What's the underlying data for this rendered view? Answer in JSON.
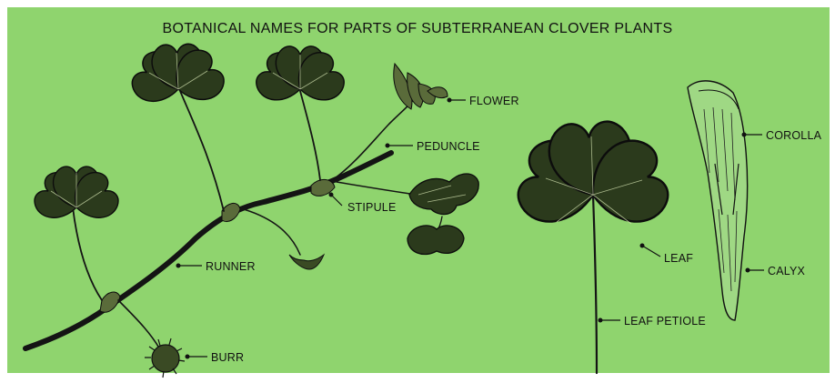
{
  "colors": {
    "background": "#8fd46e",
    "ink": "#111111",
    "leaf": "#2b3a1c"
  },
  "title": "BOTANICAL NAMES FOR PARTS OF SUBTERRANEAN CLOVER PLANTS",
  "labels": {
    "flower": "FLOWER",
    "peduncle": "PEDUNCLE",
    "stipule": "STIPULE",
    "runner": "RUNNER",
    "burr": "BURR",
    "leaf": "LEAF",
    "leaf_petiole": "LEAF PETIOLE",
    "corolla": "COROLLA",
    "calyx": "CALYX"
  }
}
